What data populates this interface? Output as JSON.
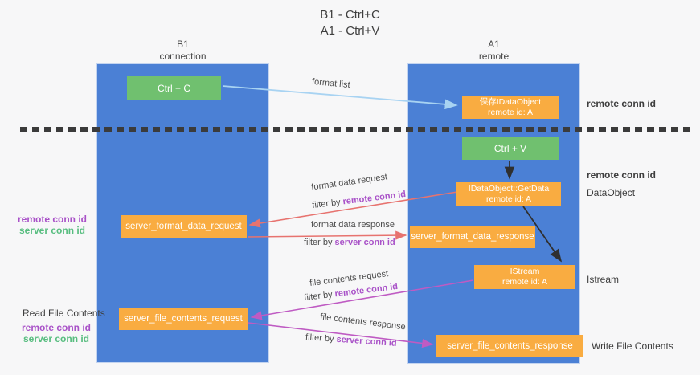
{
  "title": {
    "line1": "B1 - Ctrl+C",
    "line2": "A1 - Ctrl+V"
  },
  "columns": {
    "left": {
      "header_line1": "B1",
      "header_line2": "connection"
    },
    "right": {
      "header_line1": "A1",
      "header_line2": "remote"
    }
  },
  "nodes": {
    "ctrl_c": "Ctrl + C",
    "ctrl_v": "Ctrl + V",
    "saved_idataobject": {
      "line1": "保存IDataObject",
      "line2": "remote id: A"
    },
    "idataobject_getdata": {
      "line1": "IDataObject::GetData",
      "line2": "remote id: A"
    },
    "istream": {
      "line1": "IStream",
      "line2": "remote id: A"
    },
    "server_format_data_request": "server_format_data_request",
    "server_format_data_response": "server_format_data_response",
    "server_file_contents_request": "server_file_contents_request",
    "server_file_contents_response": "server_file_contents_response"
  },
  "edge_labels": {
    "format_list": "format list",
    "format_data_request": "format data request",
    "format_data_response": "format data response",
    "file_contents_request": "file contents request",
    "file_contents_response": "file contents response",
    "filter_by": "filter by ",
    "remote_conn_id": "remote conn id",
    "server_conn_id": "server conn id"
  },
  "side_labels": {
    "remote_conn_id_top": "remote conn id",
    "remote_conn_id_mid": "remote conn id",
    "dataobject": "DataObject",
    "istream": "Istream",
    "write_file_contents": "Write File Contents",
    "read_file_contents": "Read File Contents",
    "left_remote_conn_id_1": "remote conn id",
    "left_server_conn_id_1": "server conn id",
    "left_remote_conn_id_2": "remote conn id",
    "left_server_conn_id_2": "server conn id"
  },
  "colors": {
    "lane_blue": "#4b80d5",
    "node_green": "#70c06f",
    "node_orange": "#f9ac41",
    "arrow_light_blue": "#a8d3f2",
    "arrow_red": "#e7736f",
    "arrow_magenta": "#bf5bc3",
    "arrow_black": "#2f2f2f",
    "text_purple": "#a952c8",
    "text_green": "#57bd7f",
    "background": "#f7f7f8"
  }
}
